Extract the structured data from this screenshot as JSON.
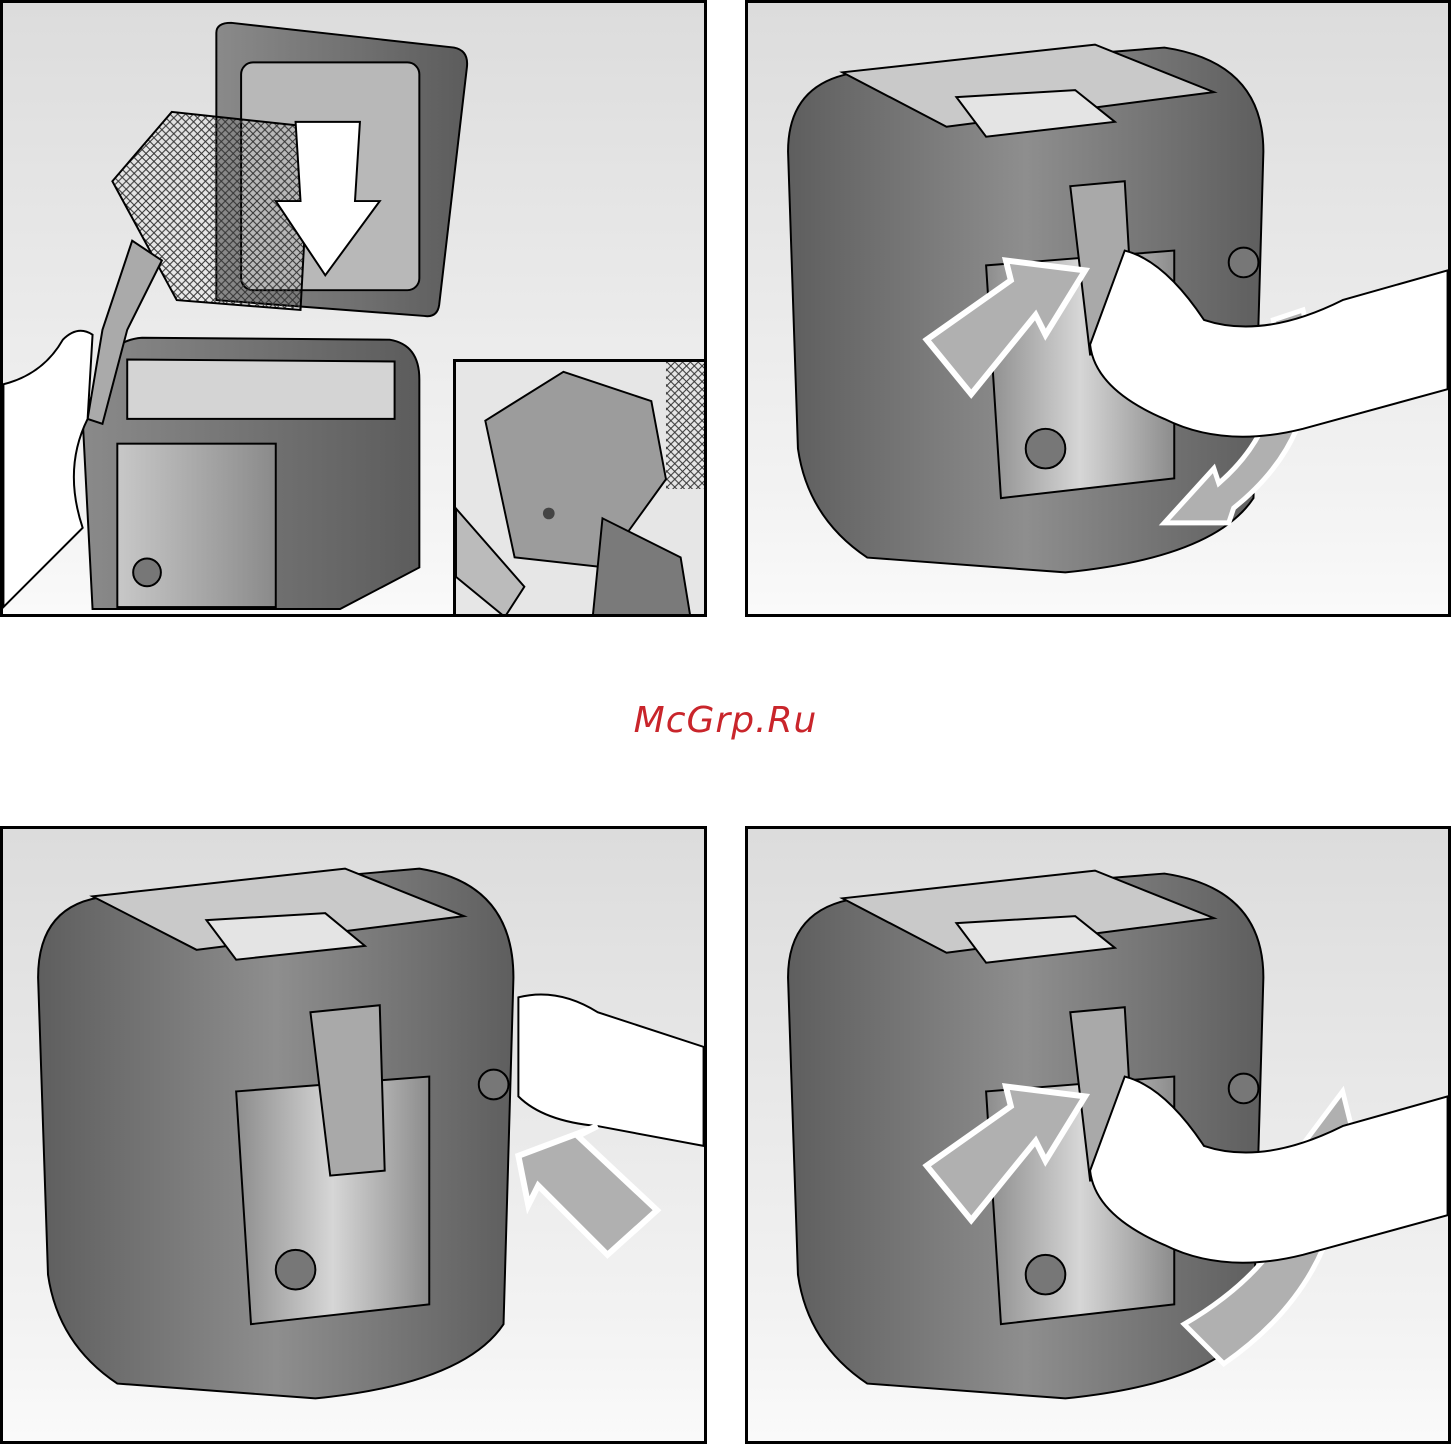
{
  "watermark": {
    "text": "McGrp.Ru",
    "color": "#c9252b"
  },
  "panels": [
    {
      "id": "step-insert-basket",
      "arrow": "down"
    },
    {
      "id": "step-press-latch-open",
      "arrow": "rotate-down"
    },
    {
      "id": "step-press-side-button",
      "arrow": "diagonal-up"
    },
    {
      "id": "step-press-latch-close",
      "arrow": "rotate-up"
    }
  ],
  "colors": {
    "body_dark": "#6a6a6a",
    "body_mid": "#8e8e8e",
    "panel_light": "#b4b4b4",
    "arrow_fill": "#a8a8a8",
    "outline": "#000000"
  }
}
